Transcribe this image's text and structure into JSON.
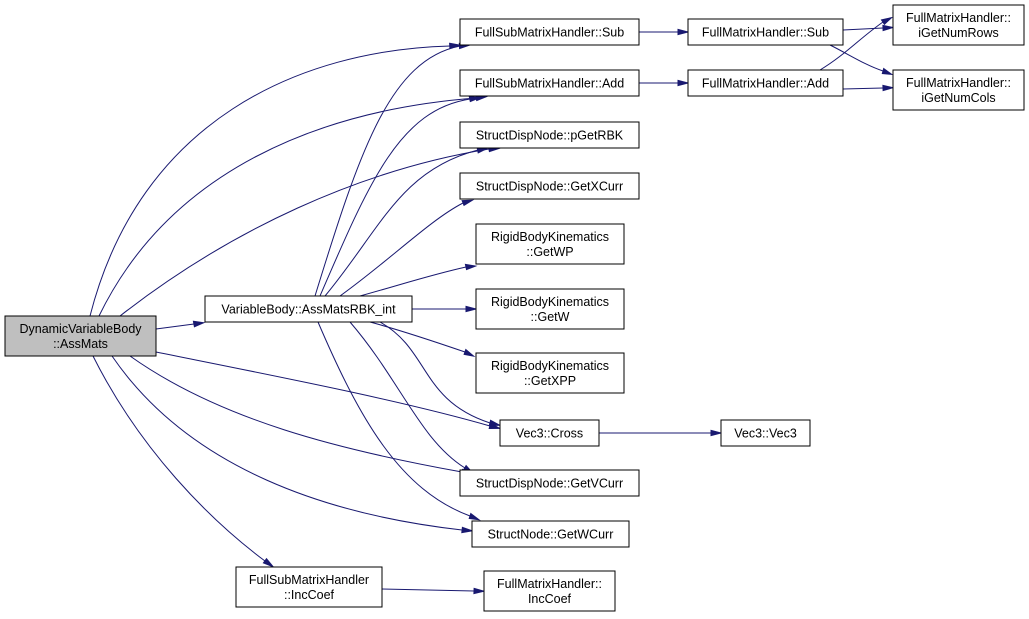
{
  "graph": {
    "kind": "call-graph",
    "nodes": [
      {
        "id": "root",
        "lines": [
          "DynamicVariableBody",
          "::AssMats"
        ],
        "highlighted": true
      },
      {
        "id": "vb_assmatsrbk",
        "lines": [
          "VariableBody::AssMatsRBK_int"
        ]
      },
      {
        "id": "fsmh_sub",
        "lines": [
          "FullSubMatrixHandler::Sub"
        ]
      },
      {
        "id": "fsmh_add",
        "lines": [
          "FullSubMatrixHandler::Add"
        ]
      },
      {
        "id": "sdn_pgetrbk",
        "lines": [
          "StructDispNode::pGetRBK"
        ]
      },
      {
        "id": "sdn_getxcurr",
        "lines": [
          "StructDispNode::GetXCurr"
        ]
      },
      {
        "id": "rbk_getwp",
        "lines": [
          "RigidBodyKinematics",
          "::GetWP"
        ]
      },
      {
        "id": "rbk_getw",
        "lines": [
          "RigidBodyKinematics",
          "::GetW"
        ]
      },
      {
        "id": "rbk_getxpp",
        "lines": [
          "RigidBodyKinematics",
          "::GetXPP"
        ]
      },
      {
        "id": "vec3_cross",
        "lines": [
          "Vec3::Cross"
        ]
      },
      {
        "id": "sdn_getvcurr",
        "lines": [
          "StructDispNode::GetVCurr"
        ]
      },
      {
        "id": "sn_getwcurr",
        "lines": [
          "StructNode::GetWCurr"
        ]
      },
      {
        "id": "fsmh_inccoef",
        "lines": [
          "FullSubMatrixHandler",
          "::IncCoef"
        ]
      },
      {
        "id": "fmh_sub",
        "lines": [
          "FullMatrixHandler::Sub"
        ]
      },
      {
        "id": "fmh_add",
        "lines": [
          "FullMatrixHandler::Add"
        ]
      },
      {
        "id": "fmh_getnumrows",
        "lines": [
          "FullMatrixHandler::",
          "iGetNumRows"
        ]
      },
      {
        "id": "fmh_getnumcols",
        "lines": [
          "FullMatrixHandler::",
          "iGetNumCols"
        ]
      },
      {
        "id": "vec3_vec3",
        "lines": [
          "Vec3::Vec3"
        ]
      },
      {
        "id": "fmh_inccoef",
        "lines": [
          "FullMatrixHandler::",
          "IncCoef"
        ]
      }
    ],
    "edges": [
      [
        "root",
        "vb_assmatsrbk"
      ],
      [
        "root",
        "fsmh_sub"
      ],
      [
        "root",
        "fsmh_add"
      ],
      [
        "root",
        "sdn_pgetrbk"
      ],
      [
        "root",
        "vec3_cross"
      ],
      [
        "root",
        "sdn_getvcurr"
      ],
      [
        "root",
        "sn_getwcurr"
      ],
      [
        "root",
        "fsmh_inccoef"
      ],
      [
        "vb_assmatsrbk",
        "fsmh_sub"
      ],
      [
        "vb_assmatsrbk",
        "fsmh_add"
      ],
      [
        "vb_assmatsrbk",
        "sdn_pgetrbk"
      ],
      [
        "vb_assmatsrbk",
        "sdn_getxcurr"
      ],
      [
        "vb_assmatsrbk",
        "rbk_getwp"
      ],
      [
        "vb_assmatsrbk",
        "rbk_getw"
      ],
      [
        "vb_assmatsrbk",
        "rbk_getxpp"
      ],
      [
        "vb_assmatsrbk",
        "vec3_cross"
      ],
      [
        "vb_assmatsrbk",
        "sdn_getvcurr"
      ],
      [
        "vb_assmatsrbk",
        "sn_getwcurr"
      ],
      [
        "fsmh_sub",
        "fmh_sub"
      ],
      [
        "fsmh_add",
        "fmh_add"
      ],
      [
        "fmh_sub",
        "fmh_getnumrows"
      ],
      [
        "fmh_sub",
        "fmh_getnumcols"
      ],
      [
        "fmh_add",
        "fmh_getnumrows"
      ],
      [
        "fmh_add",
        "fmh_getnumcols"
      ],
      [
        "vec3_cross",
        "vec3_vec3"
      ],
      [
        "fsmh_inccoef",
        "fmh_inccoef"
      ]
    ]
  },
  "colors": {
    "edge": "#191970",
    "node_border": "#000000",
    "node_fill": "#ffffff",
    "root_fill": "#bfbfbf"
  }
}
